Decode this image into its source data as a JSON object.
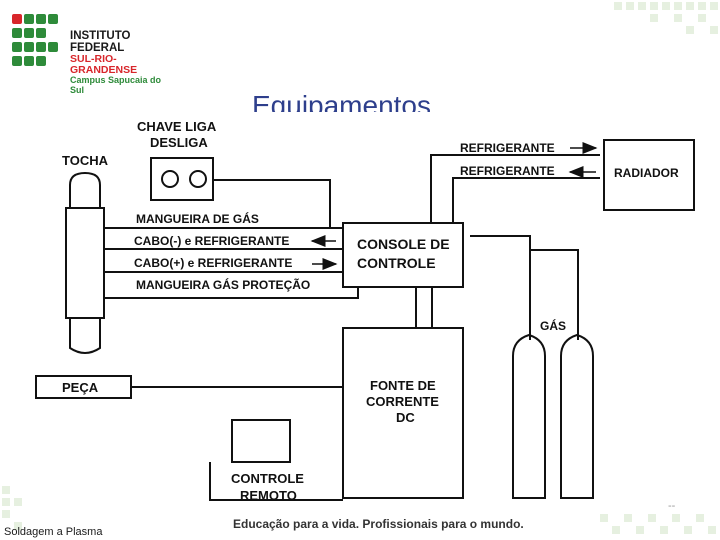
{
  "logo": {
    "line1": "INSTITUTO FEDERAL",
    "line2": "SUL-RIO-GRANDENSE",
    "line3": "Campus Sapucaia do Sul"
  },
  "title": "Equipamentos",
  "diagram": {
    "chave_line1": "CHAVE LIGA",
    "chave_line2": "DESLIGA",
    "tocha": "TOCHA",
    "mangueira_gas": "MANGUEIRA DE GÁS",
    "cabo_neg": "CABO(-) e REFRIGERANTE",
    "cabo_pos": "CABO(+) e REFRIGERANTE",
    "mangueira_protecao": "MANGUEIRA GÁS PROTEÇÃO",
    "console_line1": "CONSOLE DE",
    "console_line2": "CONTROLE",
    "refrigerante_1": "REFRIGERANTE",
    "refrigerante_2": "REFRIGERANTE",
    "radiador": "RADIADOR",
    "gas": "GÁS",
    "peca": "PEÇA",
    "fonte_line1": "FONTE DE",
    "fonte_line2": "CORRENTE",
    "fonte_line3": "DC",
    "controle_line1": "CONTROLE",
    "controle_line2": "REMOTO"
  },
  "footer": {
    "left": "Soldagem a Plasma",
    "center": "Educação para a vida. Profissionais para o mundo.",
    "page": "--"
  },
  "colors": {
    "green": "#2e8b3a",
    "red": "#d8262b",
    "title_blue": "#2e3f8c"
  }
}
